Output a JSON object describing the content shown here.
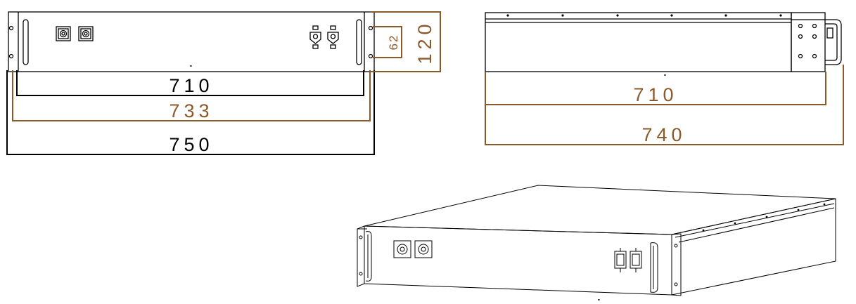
{
  "colors": {
    "line": "#000000",
    "dimension_brown": "#8B5A2B"
  },
  "front_view": {
    "dimensions": {
      "inner_width": "710",
      "mid_width": "733",
      "outer_width": "750",
      "total_height": "120",
      "handle_height": "62"
    }
  },
  "side_view": {
    "dimensions": {
      "body_length": "710",
      "total_length": "740"
    }
  },
  "iso_view": {
    "icons": [
      "power-connector-icon",
      "signal-connector-icon",
      "breaker-icon"
    ]
  }
}
